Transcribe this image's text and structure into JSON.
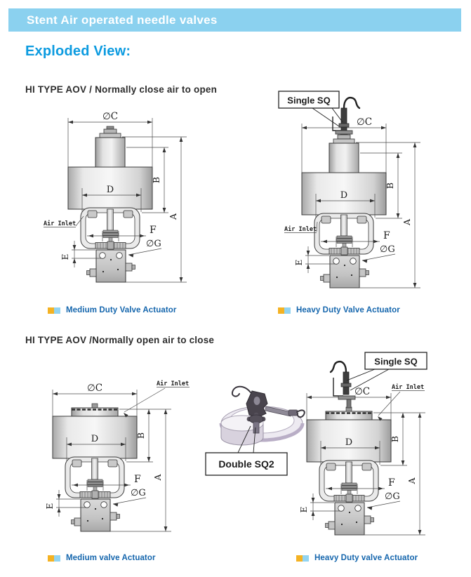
{
  "header": {
    "title": "Stent Air operated needle valves"
  },
  "page_title": "Exploded View:",
  "sections": [
    {
      "heading": "HI  TYPE  AOV / Normally close air to open",
      "left_caption": "Medium Duty Valve Actuator",
      "right_caption": "Heavy Duty Valve Actuator"
    },
    {
      "heading": "HI TYPE AOV /Normally open air to close",
      "left_caption": "Medium valve Actuator",
      "right_caption": "Heavy Duty  valve Actuator"
    }
  ],
  "diagram_labels": {
    "dia_c": "∅C",
    "d": "D",
    "b": "B",
    "a": "A",
    "f": "F",
    "e": "E",
    "dia_g": "∅G",
    "air_inlet": "Air Inlet",
    "single_sq": "Single SQ",
    "double_sq2": "Double SQ2"
  },
  "diagrams": [
    {
      "id": "medium-duty-nc",
      "variant": "cylinder",
      "air_inlet": "left",
      "single_sq": null,
      "off": 0,
      "cLabelX": 95,
      "airX": 0
    },
    {
      "id": "heavy-duty-nc",
      "variant": "cylinder",
      "air_inlet": "left",
      "single_sq": "left",
      "off": 20,
      "cLabelX": 124,
      "airX": 10
    },
    {
      "id": "medium-no",
      "variant": "flat",
      "air_inlet": "top-right",
      "single_sq": null,
      "off": 0,
      "cLabelX": 95,
      "airTx": 183
    },
    {
      "id": "heavy-no",
      "variant": "flat",
      "air_inlet": "top-right",
      "single_sq": "right",
      "off": 0,
      "cLabelX": 114,
      "airTx": 156
    }
  ],
  "colors": {
    "header_bg": "#8BD1EF",
    "header_text": "#FFFFFF",
    "title_blue": "#0C9BE0",
    "caption_blue": "#1566AD",
    "icon_yellow": "#F4B223",
    "icon_blue": "#92D4F2"
  }
}
